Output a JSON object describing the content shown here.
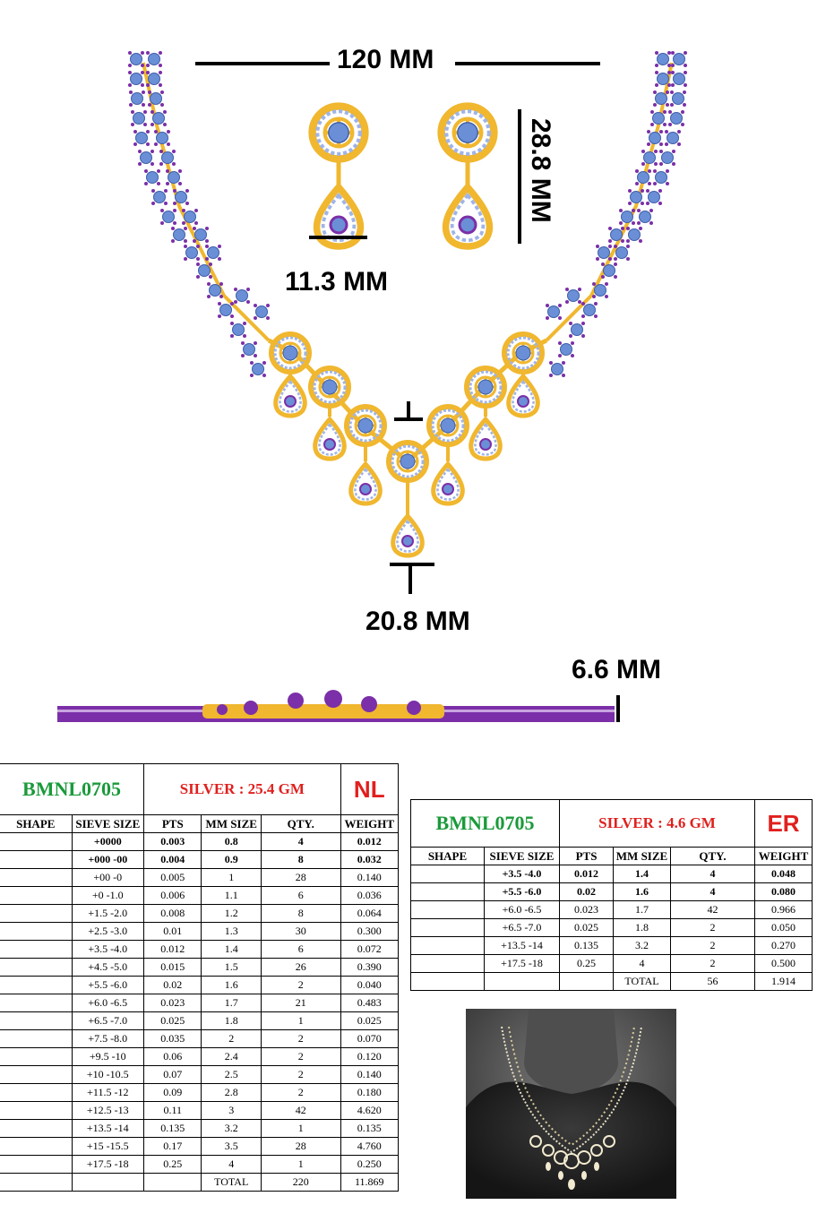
{
  "colors": {
    "gold": "#f0b72f",
    "stone": "#6b8fd6",
    "purple": "#7b2fa8",
    "code_green": "#1a9a3a",
    "accent_red": "#e0201e"
  },
  "dimensions": {
    "width": "120 MM",
    "earring_height": "28.8 MM",
    "earring_width": "11.3 MM",
    "pendant_height": "20.8 MM",
    "thickness": "6.6 MM"
  },
  "necklace_table": {
    "code": "BMNL0705",
    "metal": "SILVER : 25.4 GM",
    "tag": "NL",
    "headers": [
      "SHAPE",
      "SIEVE SIZE",
      "PTS",
      "MM SIZE",
      "QTY.",
      "WEIGHT"
    ],
    "rows": [
      [
        "",
        "+0000",
        "0.003",
        "0.8",
        "4",
        "0.012"
      ],
      [
        "",
        "+000 -00",
        "0.004",
        "0.9",
        "8",
        "0.032"
      ],
      [
        "",
        "+00 -0",
        "0.005",
        "1",
        "28",
        "0.140"
      ],
      [
        "",
        "+0 -1.0",
        "0.006",
        "1.1",
        "6",
        "0.036"
      ],
      [
        "",
        "+1.5 -2.0",
        "0.008",
        "1.2",
        "8",
        "0.064"
      ],
      [
        "",
        "+2.5 -3.0",
        "0.01",
        "1.3",
        "30",
        "0.300"
      ],
      [
        "",
        "+3.5 -4.0",
        "0.012",
        "1.4",
        "6",
        "0.072"
      ],
      [
        "",
        "+4.5 -5.0",
        "0.015",
        "1.5",
        "26",
        "0.390"
      ],
      [
        "",
        "+5.5 -6.0",
        "0.02",
        "1.6",
        "2",
        "0.040"
      ],
      [
        "",
        "+6.0 -6.5",
        "0.023",
        "1.7",
        "21",
        "0.483"
      ],
      [
        "",
        "+6.5 -7.0",
        "0.025",
        "1.8",
        "1",
        "0.025"
      ],
      [
        "",
        "+7.5 -8.0",
        "0.035",
        "2",
        "2",
        "0.070"
      ],
      [
        "",
        "+9.5 -10",
        "0.06",
        "2.4",
        "2",
        "0.120"
      ],
      [
        "",
        "+10 -10.5",
        "0.07",
        "2.5",
        "2",
        "0.140"
      ],
      [
        "",
        "+11.5 -12",
        "0.09",
        "2.8",
        "2",
        "0.180"
      ],
      [
        "",
        "+12.5 -13",
        "0.11",
        "3",
        "42",
        "4.620"
      ],
      [
        "",
        "+13.5 -14",
        "0.135",
        "3.2",
        "1",
        "0.135"
      ],
      [
        "",
        "+15 -15.5",
        "0.17",
        "3.5",
        "28",
        "4.760"
      ],
      [
        "",
        "+17.5 -18",
        "0.25",
        "4",
        "1",
        "0.250"
      ]
    ],
    "total": [
      "",
      "",
      "",
      "TOTAL",
      "220",
      "11.869"
    ]
  },
  "earring_table": {
    "code": "BMNL0705",
    "metal": "SILVER : 4.6 GM",
    "tag": "ER",
    "headers": [
      "SHAPE",
      "SIEVE SIZE",
      "PTS",
      "MM SIZE",
      "QTY.",
      "WEIGHT"
    ],
    "rows": [
      [
        "",
        "+3.5 -4.0",
        "0.012",
        "1.4",
        "4",
        "0.048"
      ],
      [
        "",
        "+5.5 -6.0",
        "0.02",
        "1.6",
        "4",
        "0.080"
      ],
      [
        "",
        "+6.0 -6.5",
        "0.023",
        "1.7",
        "42",
        "0.966"
      ],
      [
        "",
        "+6.5 -7.0",
        "0.025",
        "1.8",
        "2",
        "0.050"
      ],
      [
        "",
        "+13.5 -14",
        "0.135",
        "3.2",
        "2",
        "0.270"
      ],
      [
        "",
        "+17.5 -18",
        "0.25",
        "4",
        "2",
        "0.500"
      ]
    ],
    "total": [
      "",
      "",
      "",
      "TOTAL",
      "56",
      "1.914"
    ]
  }
}
